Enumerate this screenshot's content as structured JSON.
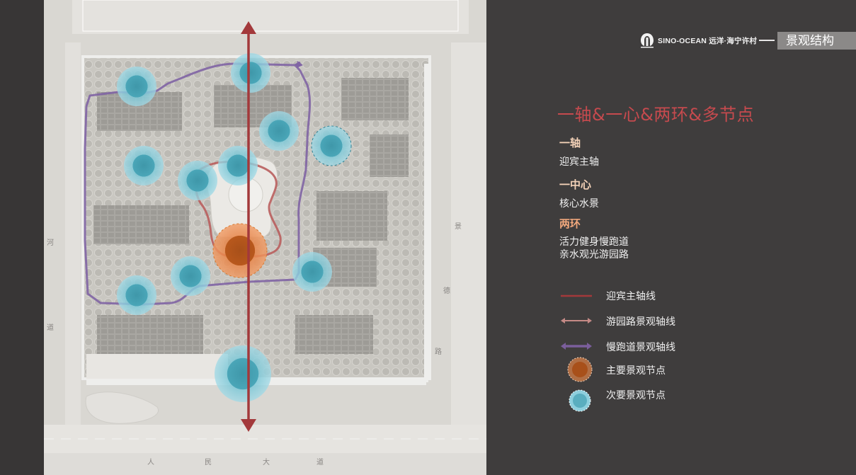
{
  "brand": {
    "logo_text": "SINO-OCEAN",
    "name": "SINO-OCEAN 远洋·海宁许村"
  },
  "section_title": "景观结构",
  "main_title": "一轴&一心&两环&多节点",
  "structure": [
    {
      "heading": "一轴",
      "heading_color": "#f4d2b8",
      "lines": [
        "迎宾主轴"
      ]
    },
    {
      "heading": "一中心",
      "heading_color": "#f4d2b8",
      "lines": [
        "核心水景"
      ]
    },
    {
      "heading": "两环",
      "heading_color": "#f0a77c",
      "lines": [
        "活力健身慢跑道",
        "亲水观光游园路"
      ]
    }
  ],
  "legend": [
    {
      "label": "迎宾主轴线",
      "icon": "red-axis-line",
      "color": "#a3393b"
    },
    {
      "label": "游园路景观轴线",
      "icon": "pink-arrow-line",
      "color": "#c58a86"
    },
    {
      "label": "慢跑道景观轴线",
      "icon": "purple-arrow-line",
      "color": "#7b5e9c"
    },
    {
      "label": "主要景观节点",
      "icon": "orange-node-circle",
      "color": "#c4631f"
    },
    {
      "label": "次要景观节点",
      "icon": "blue-node-circle",
      "color": "#5fb2c3"
    }
  ],
  "map": {
    "road_bottom": [
      "人",
      "民",
      "大",
      "道"
    ],
    "road_left": [
      "河",
      "道"
    ],
    "road_right": [
      "景",
      "德",
      "路"
    ]
  }
}
